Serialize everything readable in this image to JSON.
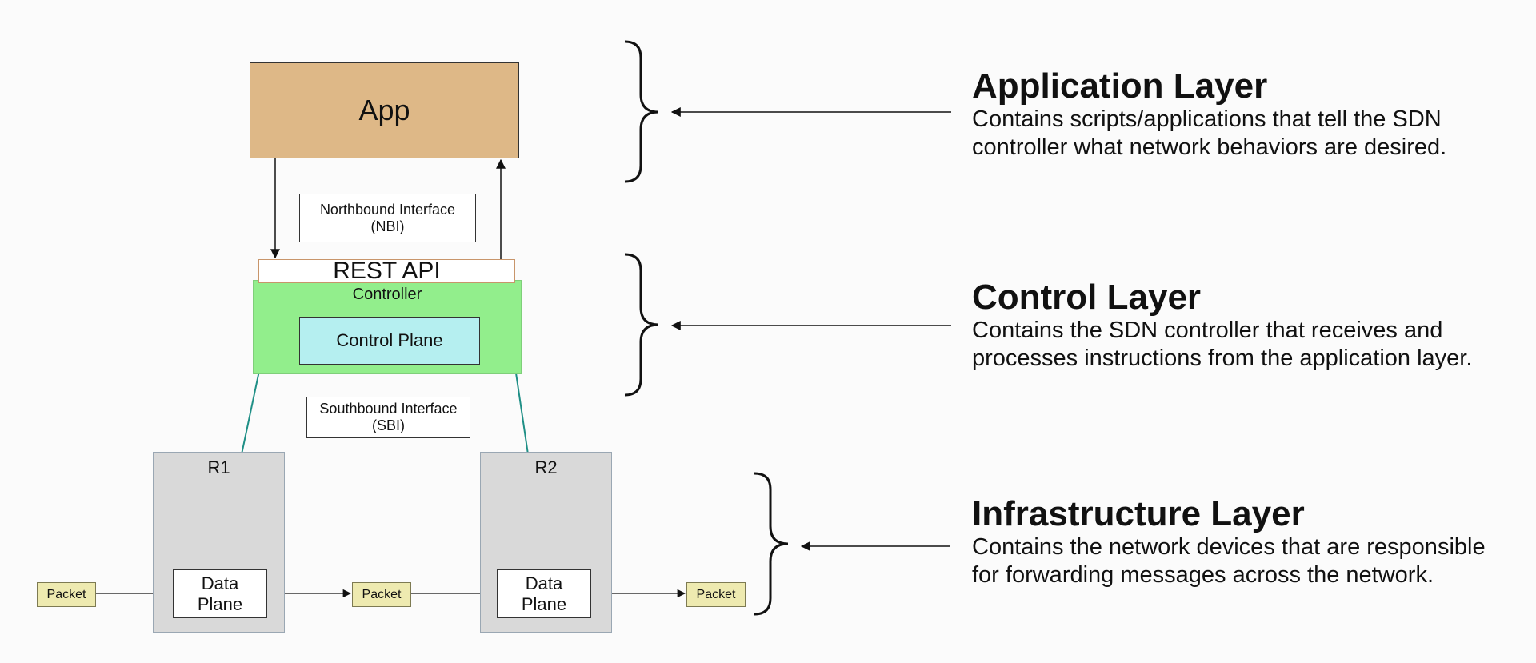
{
  "diagram": {
    "app_label": "App",
    "nbi_label_line1": "Northbound Interface",
    "nbi_label_line2": "(NBI)",
    "rest_api_label": "REST API",
    "controller_label": "Controller",
    "control_plane_label": "Control Plane",
    "sbi_label_line1": "Southbound Interface",
    "sbi_label_line2": "(SBI)",
    "router1_label": "R1",
    "router2_label": "R2",
    "data_plane_line1": "Data",
    "data_plane_line2": "Plane",
    "packet_label": "Packet"
  },
  "layers": [
    {
      "title": "Application Layer",
      "description": "Contains scripts/applications that tell the SDN controller what network behaviors are desired."
    },
    {
      "title": "Control Layer",
      "description": "Contains the SDN controller that receives and processes instructions from the application layer."
    },
    {
      "title": "Infrastructure Layer",
      "description": "Contains the network devices that are responsible for forwarding messages across the network."
    }
  ],
  "colors": {
    "app": "#deb887",
    "controller": "#92ee8c",
    "control_plane": "#b5eff0",
    "router": "#d9d9d9",
    "packet": "#eeeab0",
    "teal_line": "#1f8f86"
  }
}
